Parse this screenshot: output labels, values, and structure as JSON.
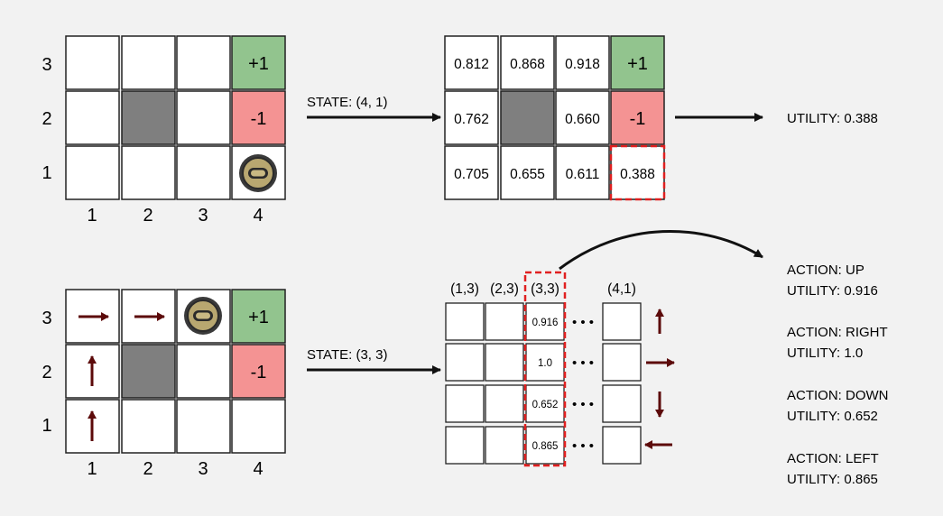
{
  "top": {
    "row_labels": [
      "3",
      "2",
      "1"
    ],
    "col_labels": [
      "1",
      "2",
      "3",
      "4"
    ],
    "terminal_plus": "+1",
    "terminal_minus": "-1",
    "state_label": "STATE: (4, 1)",
    "utility_grid": [
      [
        "0.812",
        "0.868",
        "0.918",
        "+1"
      ],
      [
        "0.762",
        "",
        "0.660",
        "-1"
      ],
      [
        "0.705",
        "0.655",
        "0.611",
        "0.388"
      ]
    ],
    "utility_label": "UTILITY: 0.388"
  },
  "bottom": {
    "row_labels": [
      "3",
      "2",
      "1"
    ],
    "col_labels": [
      "1",
      "2",
      "3",
      "4"
    ],
    "terminal_plus": "+1",
    "terminal_minus": "-1",
    "state_label": "STATE: (3, 3)",
    "q_columns": [
      "(1,3)",
      "(2,3)",
      "(3,3)",
      "(4,1)"
    ],
    "q_values": [
      "0.916",
      "1.0",
      "0.652",
      "0.865"
    ],
    "dots": "• • •",
    "actions": [
      {
        "action": "ACTION: UP",
        "utility": "UTILITY: 0.916",
        "dir": "up"
      },
      {
        "action": "ACTION: RIGHT",
        "utility": "UTILITY: 1.0",
        "dir": "right"
      },
      {
        "action": "ACTION: DOWN",
        "utility": "UTILITY: 0.652",
        "dir": "down"
      },
      {
        "action": "ACTION: LEFT",
        "utility": "UTILITY: 0.865",
        "dir": "left"
      }
    ]
  },
  "colors": {
    "plus": "#92c48e",
    "minus": "#f49393",
    "wall": "#7f7f7f",
    "highlight": "#e02020",
    "arrow": "#5c0a0a",
    "agent": "#b8a770"
  }
}
